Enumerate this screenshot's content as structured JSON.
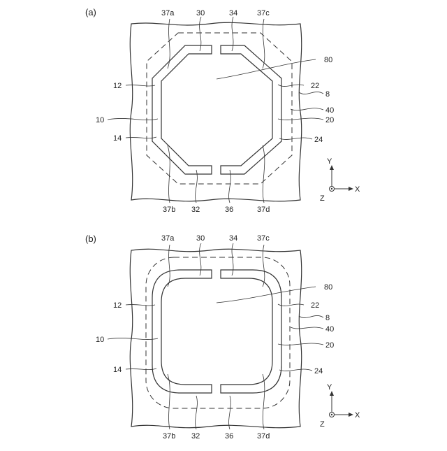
{
  "figures": [
    {
      "panel": "(a)",
      "labels": {
        "l37a": "37a",
        "l30": "30",
        "l34": "34",
        "l37c": "37c",
        "l80": "80",
        "l12": "12",
        "l22": "22",
        "l8": "8",
        "l40": "40",
        "l10": "10",
        "l20": "20",
        "l14": "14",
        "l24": "24",
        "l37b": "37b",
        "l32": "32",
        "l36": "36",
        "l37d": "37d"
      },
      "axes": {
        "y": "Y",
        "x": "X",
        "z": "Z"
      }
    },
    {
      "panel": "(b)",
      "labels": {
        "l37a": "37a",
        "l30": "30",
        "l34": "34",
        "l37c": "37c",
        "l80": "80",
        "l12": "12",
        "l22": "22",
        "l8": "8",
        "l40": "40",
        "l10": "10",
        "l20": "20",
        "l14": "14",
        "l24": "24",
        "l37b": "37b",
        "l32": "32",
        "l36": "36",
        "l37d": "37d"
      },
      "axes": {
        "y": "Y",
        "x": "X",
        "z": "Z"
      }
    }
  ]
}
